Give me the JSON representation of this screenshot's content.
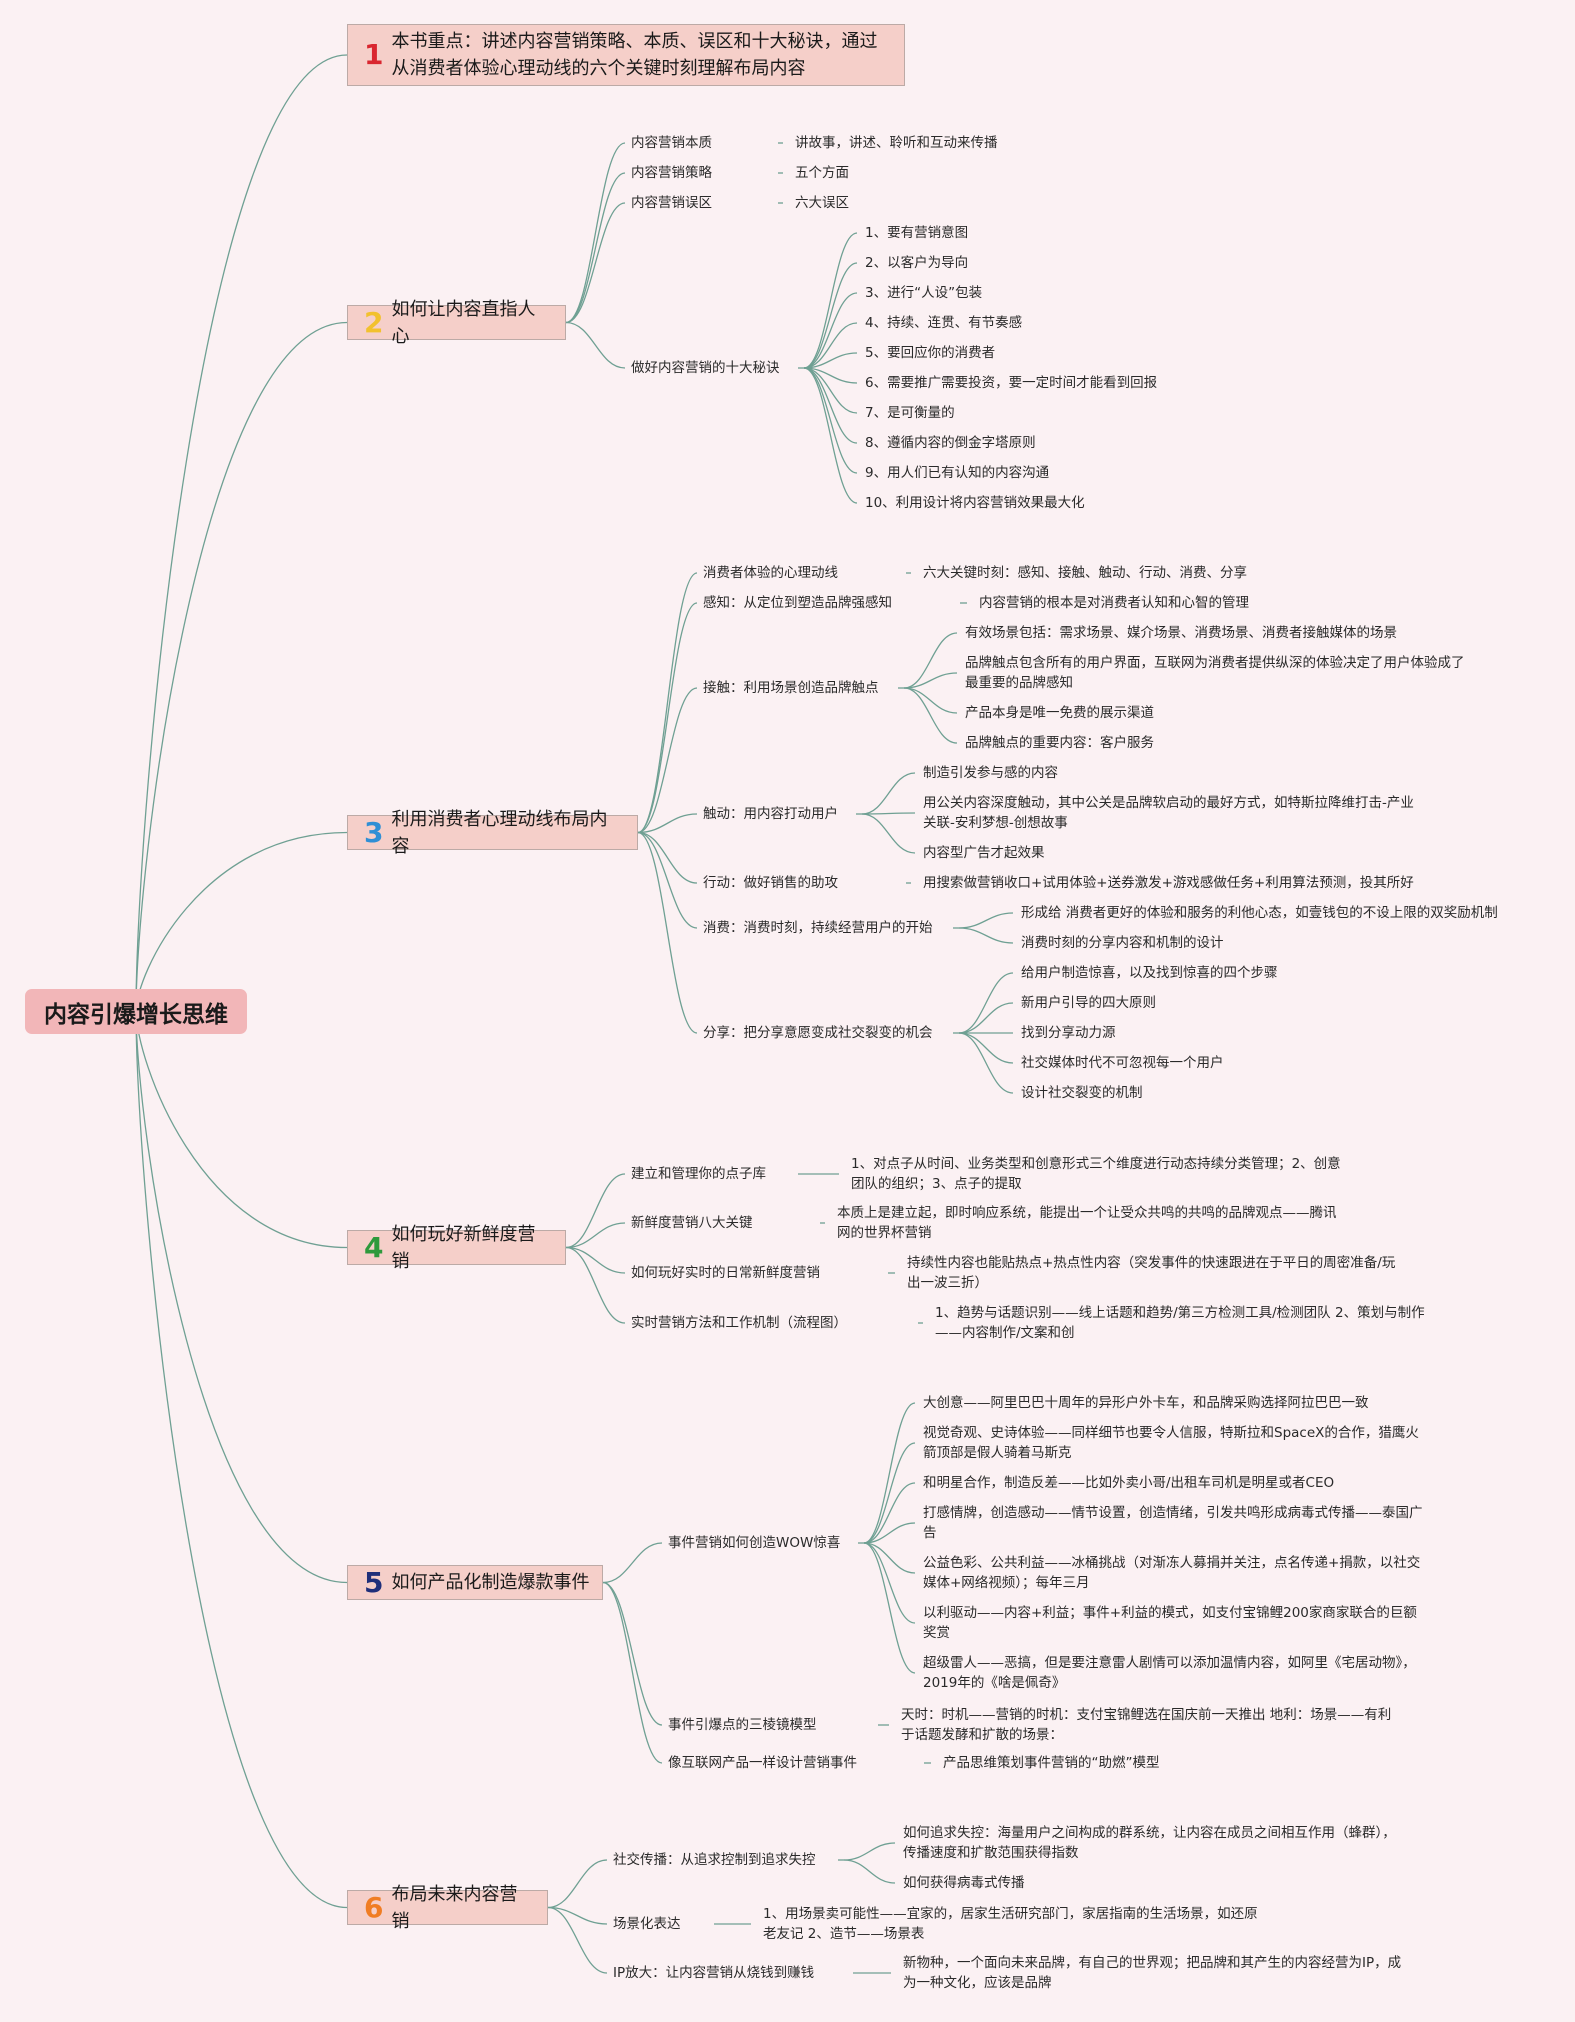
{
  "root": {
    "label": "内容引爆增长思维"
  },
  "sections": [
    {
      "id": "s1",
      "num": "1",
      "color": "#d9262f",
      "lines": [
        "本书重点：讲述内容营销策略、本质、误区和十大秘诀，通过",
        "从消费者体验心理动线的六个关键时刻理解布局内容"
      ]
    },
    {
      "id": "s2",
      "num": "2",
      "color": "#f2c12e",
      "lines": [
        "如何让内容直指人心"
      ]
    },
    {
      "id": "s3",
      "num": "3",
      "color": "#2f8fd5",
      "lines": [
        "利用消费者心理动线布局内容"
      ]
    },
    {
      "id": "s4",
      "num": "4",
      "color": "#2e9a3c",
      "lines": [
        "如何玩好新鲜度营销"
      ]
    },
    {
      "id": "s5",
      "num": "5",
      "color": "#1f2f7a",
      "lines": [
        "如何产品化制造爆款事件"
      ]
    },
    {
      "id": "s6",
      "num": "6",
      "color": "#f07d24",
      "lines": [
        "布局未来内容营销"
      ]
    }
  ],
  "branches": [
    {
      "id": "b2a",
      "label": "内容营销本质"
    },
    {
      "id": "b2b",
      "label": "内容营销策略"
    },
    {
      "id": "b2c",
      "label": "内容营销误区"
    },
    {
      "id": "b2d",
      "label": "做好内容营销的十大秘诀"
    },
    {
      "id": "b3a",
      "label": "消费者体验的心理动线"
    },
    {
      "id": "b3b",
      "label": "感知：从定位到塑造品牌强感知"
    },
    {
      "id": "b3c",
      "label": "接触：利用场景创造品牌触点"
    },
    {
      "id": "b3d",
      "label": "触动：用内容打动用户"
    },
    {
      "id": "b3e",
      "label": "行动：做好销售的助攻"
    },
    {
      "id": "b3f",
      "label": "消费：消费时刻，持续经营用户的开始"
    },
    {
      "id": "b3g",
      "label": "分享：把分享意愿变成社交裂变的机会"
    },
    {
      "id": "b4a",
      "label": "建立和管理你的点子库"
    },
    {
      "id": "b4b",
      "label": "新鲜度营销八大关键"
    },
    {
      "id": "b4c",
      "label": "如何玩好实时的日常新鲜度营销"
    },
    {
      "id": "b4d",
      "label": "实时营销方法和工作机制（流程图）"
    },
    {
      "id": "b5a",
      "label": "事件营销如何创造WOW惊喜"
    },
    {
      "id": "b5b",
      "label": "事件引爆点的三棱镜模型"
    },
    {
      "id": "b5c",
      "label": "像互联网产品一样设计营销事件"
    },
    {
      "id": "b6a",
      "label": "社交传播：从追求控制到追求失控"
    },
    {
      "id": "b6b",
      "label": "场景化表达"
    },
    {
      "id": "b6c",
      "label": "IP放大：让内容营销从烧钱到赚钱"
    }
  ],
  "leaves": [
    {
      "id": "l2a",
      "text": "讲故事，讲述、聆听和互动来传播"
    },
    {
      "id": "l2b",
      "text": "五个方面"
    },
    {
      "id": "l2c",
      "text": "六大误区"
    },
    {
      "id": "l2d1",
      "text": "1、要有营销意图"
    },
    {
      "id": "l2d2",
      "text": "2、以客户为导向"
    },
    {
      "id": "l2d3",
      "text": "3、进行“人设”包装"
    },
    {
      "id": "l2d4",
      "text": "4、持续、连贯、有节奏感"
    },
    {
      "id": "l2d5",
      "text": "5、要回应你的消费者"
    },
    {
      "id": "l2d6",
      "text": "6、需要推广需要投资，要一定时间才能看到回报"
    },
    {
      "id": "l2d7",
      "text": "7、是可衡量的"
    },
    {
      "id": "l2d8",
      "text": "8、遵循内容的倒金字塔原则"
    },
    {
      "id": "l2d9",
      "text": "9、用人们已有认知的内容沟通"
    },
    {
      "id": "l2d10",
      "text": "10、利用设计将内容营销效果最大化"
    },
    {
      "id": "l3a",
      "text": "六大关键时刻：感知、接触、触动、行动、消费、分享"
    },
    {
      "id": "l3b",
      "text": "内容营销的根本是对消费者认知和心智的管理"
    },
    {
      "id": "l3c1",
      "text": "有效场景包括：需求场景、媒介场景、消费场景、消费者接触媒体的场景"
    },
    {
      "id": "l3c2",
      "text": "品牌触点包含所有的用户界面，互联网为消费者提供纵深的体验决定了用户体验成了最重要的品牌感知"
    },
    {
      "id": "l3c3",
      "text": "产品本身是唯一免费的展示渠道"
    },
    {
      "id": "l3c4",
      "text": "品牌触点的重要内容：客户服务"
    },
    {
      "id": "l3d1",
      "text": "制造引发参与感的内容"
    },
    {
      "id": "l3d2",
      "text": "用公关内容深度触动，其中公关是品牌软启动的最好方式，如特斯拉降维打击-产业关联-安利梦想-创想故事"
    },
    {
      "id": "l3d3",
      "text": "内容型广告才起效果"
    },
    {
      "id": "l3e",
      "text": "用搜索做营销收口+试用体验+送券激发+游戏感做任务+利用算法预测，投其所好"
    },
    {
      "id": "l3f1",
      "text": "形成给 消费者更好的体验和服务的利他心态，如壹钱包的不设上限的双奖励机制"
    },
    {
      "id": "l3f2",
      "text": "消费时刻的分享内容和机制的设计"
    },
    {
      "id": "l3g1",
      "text": "给用户制造惊喜，以及找到惊喜的四个步骤"
    },
    {
      "id": "l3g2",
      "text": "新用户引导的四大原则"
    },
    {
      "id": "l3g3",
      "text": "找到分享动力源"
    },
    {
      "id": "l3g4",
      "text": "社交媒体时代不可忽视每一个用户"
    },
    {
      "id": "l3g5",
      "text": "设计社交裂变的机制"
    },
    {
      "id": "l4a",
      "text": "1、对点子从时间、业务类型和创意形式三个维度进行动态持续分类管理；2、创意团队的组织；3、点子的提取"
    },
    {
      "id": "l4b",
      "text": "本质上是建立起，即时响应系统，能提出一个让受众共鸣的共鸣的品牌观点——腾讯网的世界杯营销"
    },
    {
      "id": "l4c",
      "text": "持续性内容也能贴热点+热点性内容（突发事件的快速跟进在于平日的周密准备/玩出一波三折）"
    },
    {
      "id": "l4d",
      "text": "1、趋势与话题识别——线上话题和趋势/第三方检测工具/检测团队 2、策划与制作——内容制作/文案和创"
    },
    {
      "id": "l5a1",
      "text": "大创意——阿里巴巴十周年的异形户外卡车，和品牌采购选择阿拉巴巴一致"
    },
    {
      "id": "l5a2",
      "text": "视觉奇观、史诗体验——同样细节也要令人信服，特斯拉和SpaceX的合作，猎鹰火箭顶部是假人骑着马斯克"
    },
    {
      "id": "l5a3",
      "text": "和明星合作，制造反差——比如外卖小哥/出租车司机是明星或者CEO"
    },
    {
      "id": "l5a4",
      "text": "打感情牌，创造感动——情节设置，创造情绪，引发共鸣形成病毒式传播——泰国广告"
    },
    {
      "id": "l5a5",
      "text": "公益色彩、公共利益——冰桶挑战（对渐冻人募捐并关注，点名传递+捐款，以社交媒体+网络视频）；每年三月"
    },
    {
      "id": "l5a6",
      "text": "以利驱动——内容+利益；事件+利益的模式，如支付宝锦鲤200家商家联合的巨额奖赏"
    },
    {
      "id": "l5a7",
      "text": "超级雷人——恶搞，但是要注意雷人剧情可以添加温情内容，如阿里《宅居动物》，2019年的《啥是佩奇》"
    },
    {
      "id": "l5b",
      "text": "天时：时机——营销的时机：支付宝锦鲤选在国庆前一天推出 地利：场景——有利于话题发酵和扩散的场景："
    },
    {
      "id": "l5c",
      "text": "产品思维策划事件营销的“助燃”模型"
    },
    {
      "id": "l6a1",
      "text": "如何追求失控：海量用户之间构成的群系统，让内容在成员之间相互作用（蜂群），传播速度和扩散范围获得指数"
    },
    {
      "id": "l6a2",
      "text": "如何获得病毒式传播"
    },
    {
      "id": "l6b",
      "text": "1、用场景卖可能性——宜家的，居家生活研究部门，家居指南的生活场景，如还原老友记 2、造节——场景表"
    },
    {
      "id": "l6c",
      "text": "新物种，一个面向未来品牌，有自己的世界观；把品牌和其产生的内容经营为IP，成为一种文化，应该是品牌"
    }
  ]
}
